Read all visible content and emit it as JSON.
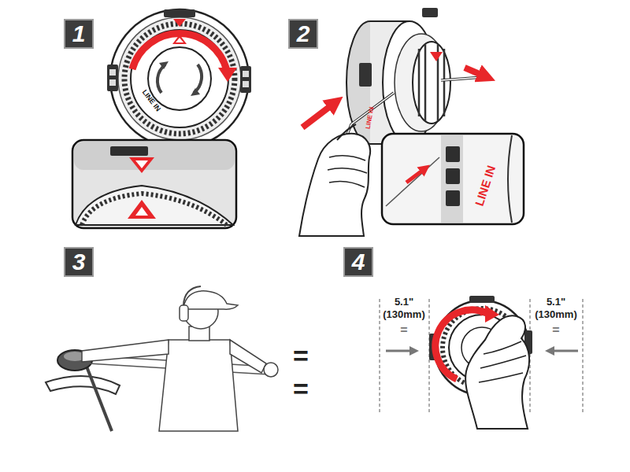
{
  "diagram": {
    "nodes": [
      {
        "text": [
          "1"
        ]
      },
      {
        "text": [
          "2"
        ]
      },
      {
        "text": [
          "3"
        ]
      },
      {
        "text": [
          "4"
        ]
      }
    ],
    "labels": [
      "LINE IN",
      "LINE IN",
      "LINE IN",
      "=",
      "=",
      "5.1\"",
      "(130mm)",
      "=",
      "5.1\"",
      "(130mm)",
      "="
    ]
  }
}
